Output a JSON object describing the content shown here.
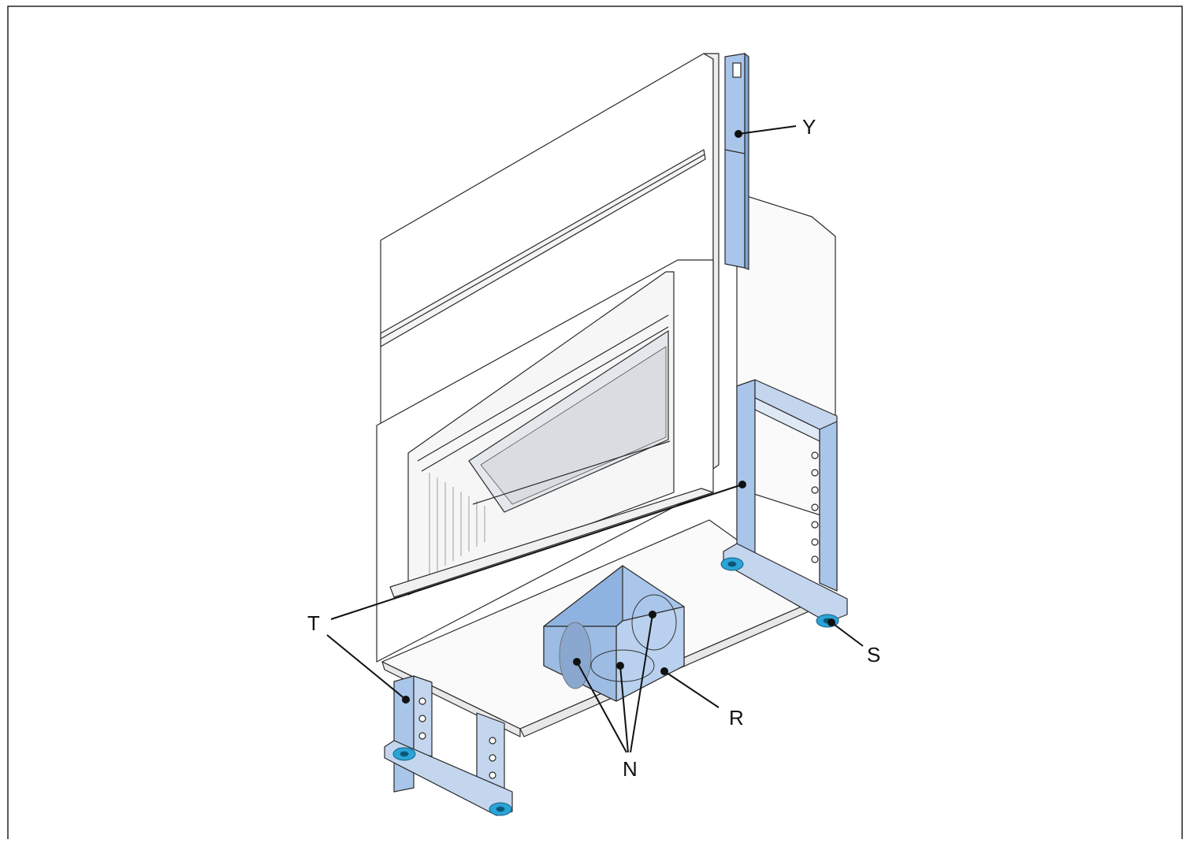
{
  "labels": {
    "Y": "Y",
    "T": "T",
    "S": "S",
    "R": "R",
    "N": "N"
  },
  "colors": {
    "highlight_blue": "#a9c6ea",
    "highlight_blue_dark": "#7fa6d6",
    "foot_blue": "#29a4d8",
    "line": "#2a2a2a",
    "panel": "#ffffff",
    "frame": "#222222"
  }
}
